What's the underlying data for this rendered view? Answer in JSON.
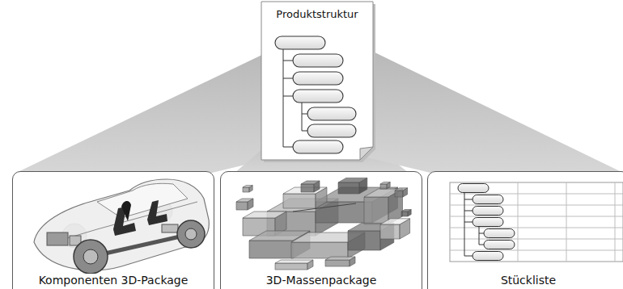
{
  "diagram": {
    "nodes": [
      {
        "text": [
          "Produktstruktur"
        ]
      },
      {
        "text": [
          "Komponenten 3D-Package"
        ]
      },
      {
        "text": [
          "3D-Massenpackage"
        ]
      },
      {
        "text": [
          "Stückliste"
        ]
      }
    ]
  }
}
